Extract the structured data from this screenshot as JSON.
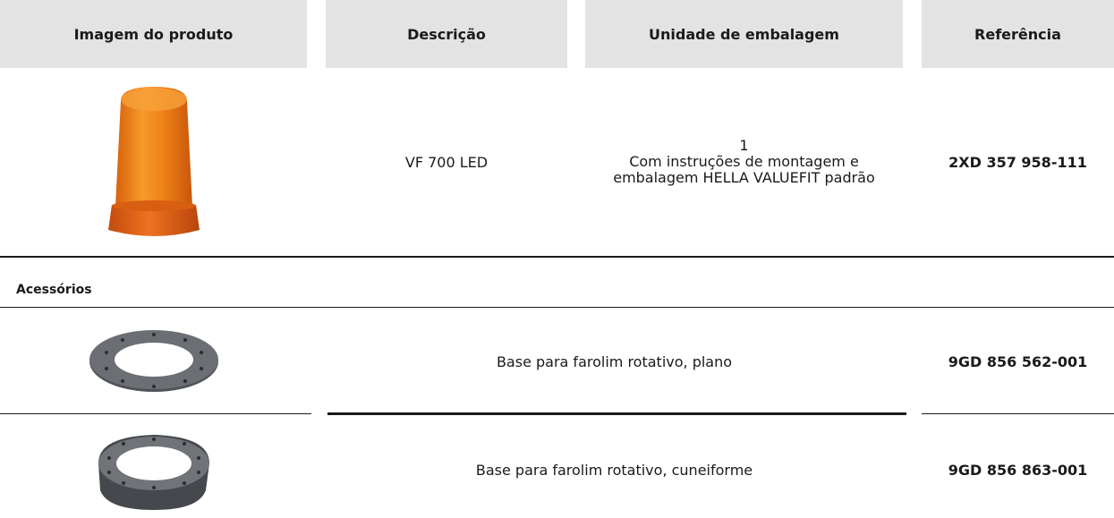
{
  "headers": {
    "image": "Imagem do produto",
    "description": "Descrição",
    "packing_unit": "Unidade de embalagem",
    "reference": "Referência"
  },
  "main_product": {
    "image_icon": "amber-beacon-light-image",
    "description": "VF 700 LED",
    "packing_qty": "1",
    "packing_line1": "Com instruções de montagem e",
    "packing_line2": "embalagem HELLA VALUEFIT padrão",
    "reference": "2XD 357 958-111"
  },
  "accessories": {
    "label": "Acessórios",
    "items": [
      {
        "image_icon": "flat-base-ring-image",
        "description": "Base para farolim rotativo, plano",
        "reference": "9GD 856 562-001"
      },
      {
        "image_icon": "wedge-base-ring-image",
        "description": "Base para farolim rotativo, cuneiforme",
        "reference": "9GD 856 863-001"
      }
    ]
  },
  "colors": {
    "header_bg": "#e3e3e3",
    "beacon_amber": "#ec7a12",
    "divider": "#1a1a1a"
  }
}
